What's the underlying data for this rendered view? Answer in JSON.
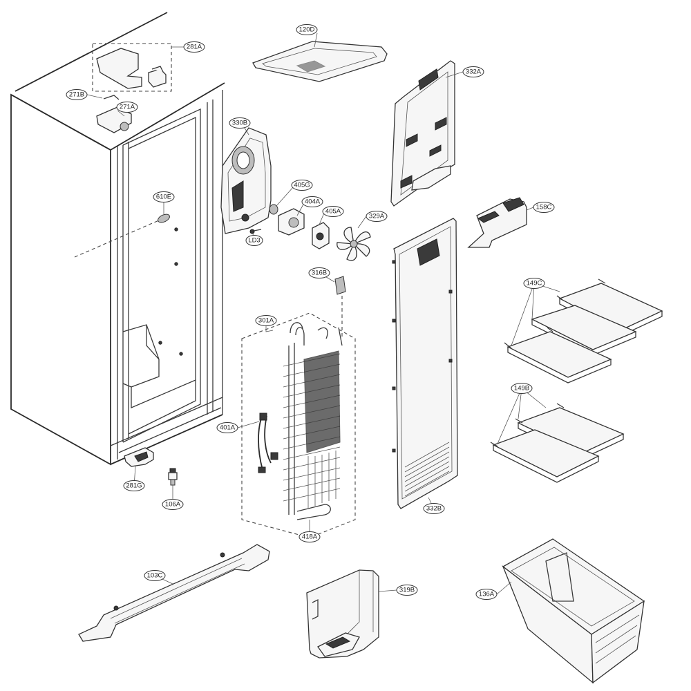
{
  "labels": {
    "p281A": "281A",
    "p271B": "271B",
    "p271A": "271A",
    "p120D": "120D",
    "p332A": "332A",
    "p330B": "330B",
    "p405G": "405G",
    "p404A": "404A",
    "p405A": "405A",
    "p329A": "329A",
    "pLD3": "LD3",
    "p158C": "158C",
    "p610E": "610E",
    "p316B": "316B",
    "p301A": "301A",
    "p149C": "149C",
    "p149B": "149B",
    "p401A": "401A",
    "p281G": "281G",
    "p106A": "106A",
    "p418A": "418A",
    "p332B": "332B",
    "p103C": "103C",
    "p319B": "319B",
    "p136A": "136A"
  }
}
